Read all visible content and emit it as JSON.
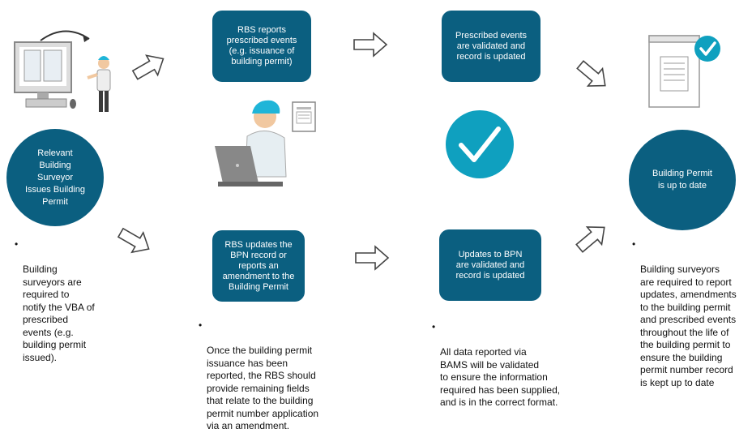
{
  "colors": {
    "primary": "#0b5f80",
    "accent": "#1fb5d8",
    "check": "#0fa0bf"
  },
  "nodes": {
    "issue_circle": "Relevant\nBuilding\nSurveyor\nIssues Building\nPermit",
    "reports_box": "RBS reports\nprescribed events\n(e.g. issuance of\nbuilding permit)",
    "validated_top_box": "Prescribed events\nare validated and\nrecord is updated",
    "updates_box": "RBS updates the\nBPN record or\nreports an\namendment to the\nBuilding Permit",
    "validated_bottom_box": "Updates to BPN\nare validated and\nrecord is updated",
    "uptodate_circle": "Building Permit\nis up to date"
  },
  "notes": {
    "left": "Building\nsurveyors are\nrequired to\nnotify the VBA of\nprescribed\nevents (e.g.\nbuilding permit\nissued).",
    "middle": "Once the building permit\nissuance has been\nreported, the RBS should\nprovide remaining fields\nthat relate to the building\npermit number application\nvia an amendment.",
    "center": "All data reported via\nBAMS will be validated\nto ensure the information\nrequired has been supplied,\nand is in the correct format.",
    "right": "Building surveyors\nare required to report\nupdates, amendments\nto the building permit\nand prescribed events\nthroughout the life of\nthe building permit to\nensure the building\npermit number record\nis kept up to date"
  },
  "bullet": "•",
  "icons": [
    "computer-worker-icon",
    "laptop-worker-icon",
    "document-icon",
    "check-circle-icon",
    "approved-document-icon",
    "arrow-icon"
  ]
}
